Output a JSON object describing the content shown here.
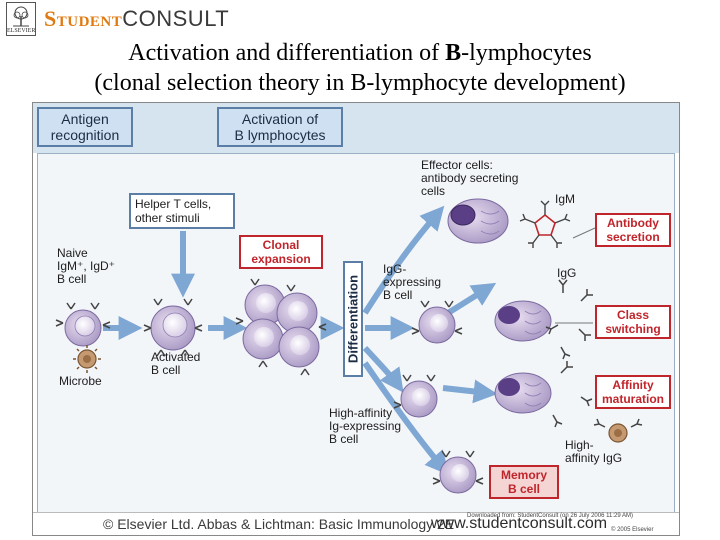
{
  "logo": {
    "publisher": "ELSEVIER",
    "brand_part1": "Student",
    "brand_part2": "CONSULT"
  },
  "title": {
    "line1_before": "Activation and differentiation of ",
    "line1_bold": "B",
    "line1_after": "-lymphocytes",
    "line2": "(clonal selection theory in B-lymphocyte development)"
  },
  "headers": {
    "antigen_recognition": "Antigen\nrecognition",
    "activation": "Activation of\nB lymphocytes"
  },
  "labels": {
    "naive": "Naive\nIgM⁺, IgD⁺\nB cell",
    "microbe": "Microbe",
    "activated": "Activated\nB cell",
    "helper": "Helper T cells,\nother stimuli",
    "clonal": "Clonal\nexpansion",
    "differentiation": "Differentiation",
    "effector": "Effector cells:\nantibody secreting\ncells",
    "igm": "IgM",
    "igg_expressing": "IgG-\nexpressing\nB cell",
    "igg": "IgG",
    "high_affinity_expressing": "High-affinity\nIg-expressing\nB cell",
    "high_affinity_igg": "High-\naffinity IgG",
    "antibody_secretion": "Antibody\nsecretion",
    "class_switching": "Class\nswitching",
    "affinity_maturation": "Affinity\nmaturation",
    "memory": "Memory\nB cell"
  },
  "footer": {
    "copyright": "© Elsevier Ltd. Abbas & Lichtman: Basic Immunology 2E",
    "website": "www.studentconsult.com",
    "download_note": "Downloaded from: StudentConsult (on 26 July 2006 11:29 AM)",
    "copyright_small": "© 2005 Elsevier"
  },
  "colors": {
    "header_fill": "#cfe0f2",
    "panel_border": "#5a7ea6",
    "accent_red": "#c0252b",
    "cell_purple": "#c3b3d6",
    "arrow_blue": "#7fa7d3"
  }
}
